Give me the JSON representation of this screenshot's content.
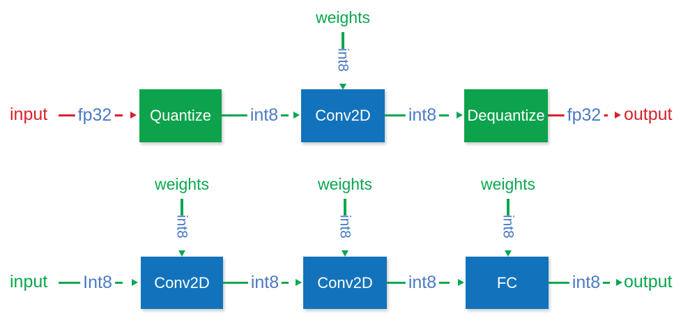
{
  "colors": {
    "green": "#0ba64f",
    "box_green": "#0da24c",
    "box_blue": "#1273bc",
    "label_blue": "#4b7bc4",
    "red": "#d6222a"
  },
  "row1": {
    "input_label": "input",
    "output_label": "output",
    "edges": [
      {
        "label": "fp32"
      },
      {
        "label": "int8"
      },
      {
        "label": "int8"
      },
      {
        "label": "fp32"
      }
    ],
    "boxes": [
      {
        "label": "Quantize"
      },
      {
        "label": "Conv2D"
      },
      {
        "label": "Dequantize"
      }
    ],
    "weights": [
      {
        "label": "weights",
        "dtype": "int8"
      }
    ]
  },
  "row2": {
    "input_label": "input",
    "output_label": "output",
    "edges": [
      {
        "label": "Int8"
      },
      {
        "label": "int8"
      },
      {
        "label": "int8"
      },
      {
        "label": "int8"
      }
    ],
    "boxes": [
      {
        "label": "Conv2D"
      },
      {
        "label": "Conv2D"
      },
      {
        "label": "FC"
      }
    ],
    "weights": [
      {
        "label": "weights",
        "dtype": "int8"
      },
      {
        "label": "weights",
        "dtype": "int8"
      },
      {
        "label": "weights",
        "dtype": "int8"
      }
    ]
  }
}
